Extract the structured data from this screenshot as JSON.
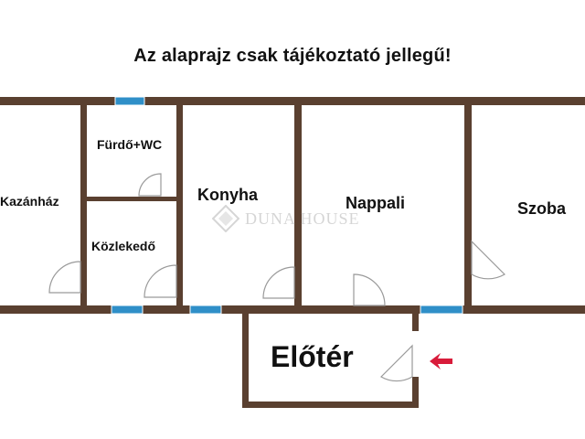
{
  "title": "Az alaprajz csak tájékoztató jellegű!",
  "rooms": {
    "kazanhaz": "Kazánház",
    "furdo_wc": "Fürdő+WC",
    "kozlekedo": "Közlekedő",
    "konyha": "Konyha",
    "nappali": "Nappali",
    "szoba": "Szoba",
    "eloter": "Előtér"
  },
  "watermark": "DUNA HOUSE",
  "colors": {
    "wall": "#5a4030",
    "window": "#2f8fc8",
    "door_swing": "#9a9a9a",
    "entrance_arrow": "#d81b3a"
  }
}
